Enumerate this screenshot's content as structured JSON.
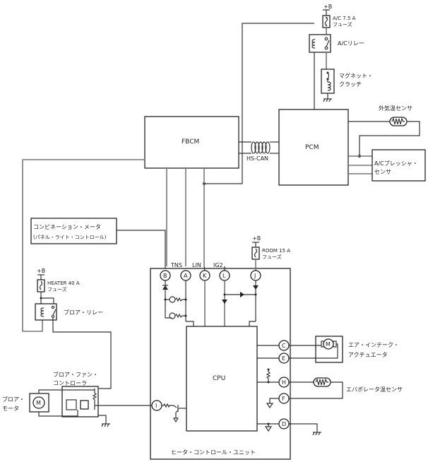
{
  "diagram": {
    "modules": {
      "fbcm": "FBCM",
      "pcm": "PCM",
      "cpu": "CPU",
      "heater_control_unit": "ヒータ・コントロール・ユニット",
      "combination_meter_line1": "コンビネーション・メータ",
      "combination_meter_line2": "(パネル・ライト・コントロール)",
      "ac_pressure_sensor_line1": "A/Cプレッシャ・",
      "ac_pressure_sensor_line2": "センサ"
    },
    "components": {
      "ac_fuse_line1": "A/C 7.5 A",
      "ac_fuse_line2": "フューズ",
      "ac_relay": "A/Cリレー",
      "magnet_clutch_line1": "マグネット・",
      "magnet_clutch_line2": "クラッチ",
      "ambient_sensor": "外気温センサ",
      "hs_can": "HS-CAN",
      "room_fuse_line1": "ROOM 15 A",
      "room_fuse_line2": "フューズ",
      "heater_fuse_line1": "HEATER 40 A",
      "heater_fuse_line2": "フューズ",
      "blower_relay": "ブロア・リレー",
      "blower_fan_controller_line1": "ブロア・ファン・",
      "blower_fan_controller_line2": "コントローラ",
      "blower_motor_line1": "ブロア・",
      "blower_motor_line2": "モータ",
      "air_intake_actuator_line1": "エア・インテーク・",
      "air_intake_actuator_line2": "アクチュエータ",
      "evaporator_sensor": "エバポレータ温センサ",
      "motor_symbol": "M"
    },
    "power": {
      "plus_b": "+B"
    },
    "signals": {
      "tns": "TNS",
      "lin": "LIN",
      "ig2": "IG2"
    },
    "pins": {
      "B": "B",
      "A": "A",
      "K": "K",
      "L": "L",
      "J": "J",
      "C": "C",
      "E": "E",
      "H": "H",
      "F": "F",
      "D": "D",
      "I": "I"
    }
  }
}
